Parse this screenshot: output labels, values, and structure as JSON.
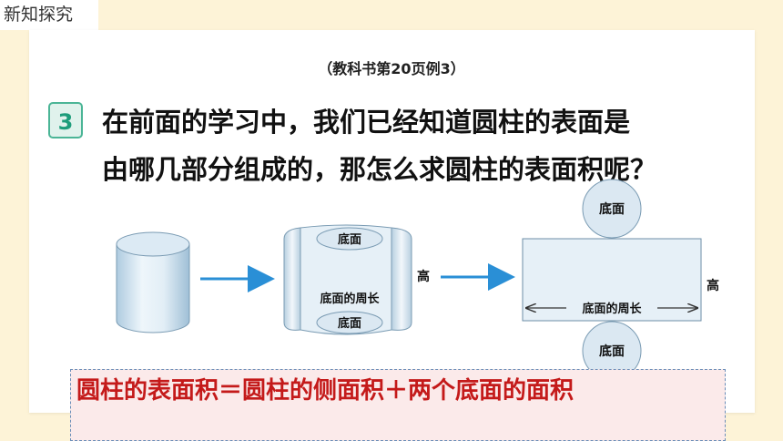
{
  "section_tag": "新知探究",
  "reference": "（教科书第20页例3）",
  "example_number": "3",
  "question_lines": [
    "在前面的学习中，我们已经知道圆柱的表面是",
    "由哪几部分组成的，那怎么求圆柱的表面积呢？"
  ],
  "figure": {
    "base_label": "底面",
    "height_label": "高",
    "perimeter_label": "底面的周长"
  },
  "formula": "圆柱的表面积＝圆柱的侧面积＋两个底面的面积",
  "colors": {
    "cylinder_light": "#e4f0f8",
    "cylinder_dark": "#a9c7dd",
    "arrow": "#2a8fd6",
    "badge": "#4bb596",
    "formula_text": "#c41a1a"
  }
}
